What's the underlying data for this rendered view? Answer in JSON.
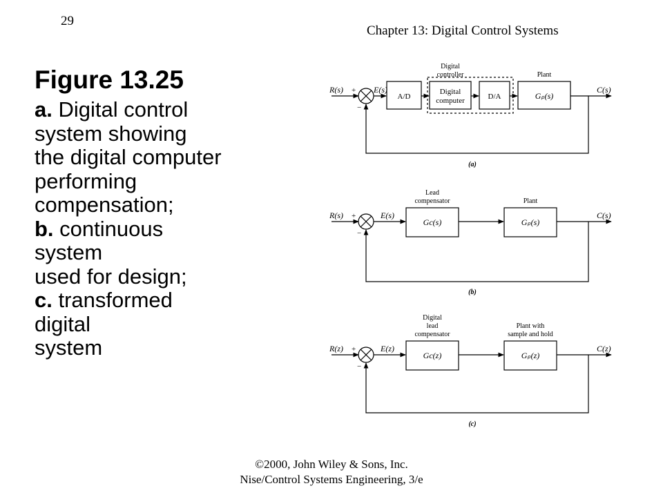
{
  "header": {
    "page_number": "29",
    "chapter": "Chapter 13: Digital Control Systems"
  },
  "caption": {
    "title": "Figure 13.25",
    "part_a_letter": "a.",
    "part_a_text": [
      " Digital control",
      "system showing",
      "the digital computer",
      "performing",
      "compensation;"
    ],
    "part_b_letter": "b.",
    "part_b_text": [
      " continuous",
      "system",
      "used for design;"
    ],
    "part_c_letter": "c.",
    "part_c_text": [
      " transformed",
      "digital",
      "system"
    ]
  },
  "diagram_a": {
    "input": "R(s)",
    "error": "E(s)",
    "output": "C(s)",
    "plus": "+",
    "minus": "−",
    "ad": "A/D",
    "computer_lines": [
      "Digital",
      "computer"
    ],
    "da": "D/A",
    "plant_block": "Gₚ(s)",
    "controller_label_lines": [
      "Digital",
      "controller"
    ],
    "plant_label": "Plant",
    "sublabel": "(a)"
  },
  "diagram_b": {
    "input": "R(s)",
    "error": "E(s)",
    "output": "C(s)",
    "plus": "+",
    "minus": "−",
    "comp_block": "Gc(s)",
    "plant_block": "Gₚ(s)",
    "comp_label_lines": [
      "Lead",
      "compensator"
    ],
    "plant_label": "Plant",
    "sublabel": "(b)"
  },
  "diagram_c": {
    "input": "R(z)",
    "error": "E(z)",
    "output": "C(z)",
    "plus": "+",
    "minus": "−",
    "comp_block": "Gc(z)",
    "plant_block": "Gₚ(z)",
    "comp_label_lines": [
      "Digital",
      "lead",
      "compensator"
    ],
    "plant_label_lines": [
      "Plant with",
      "sample and hold"
    ],
    "sublabel": "(c)"
  },
  "footer": {
    "line1": "©2000, John Wiley & Sons, Inc.",
    "line2": "Nise/Control Systems Engineering, 3/e"
  }
}
